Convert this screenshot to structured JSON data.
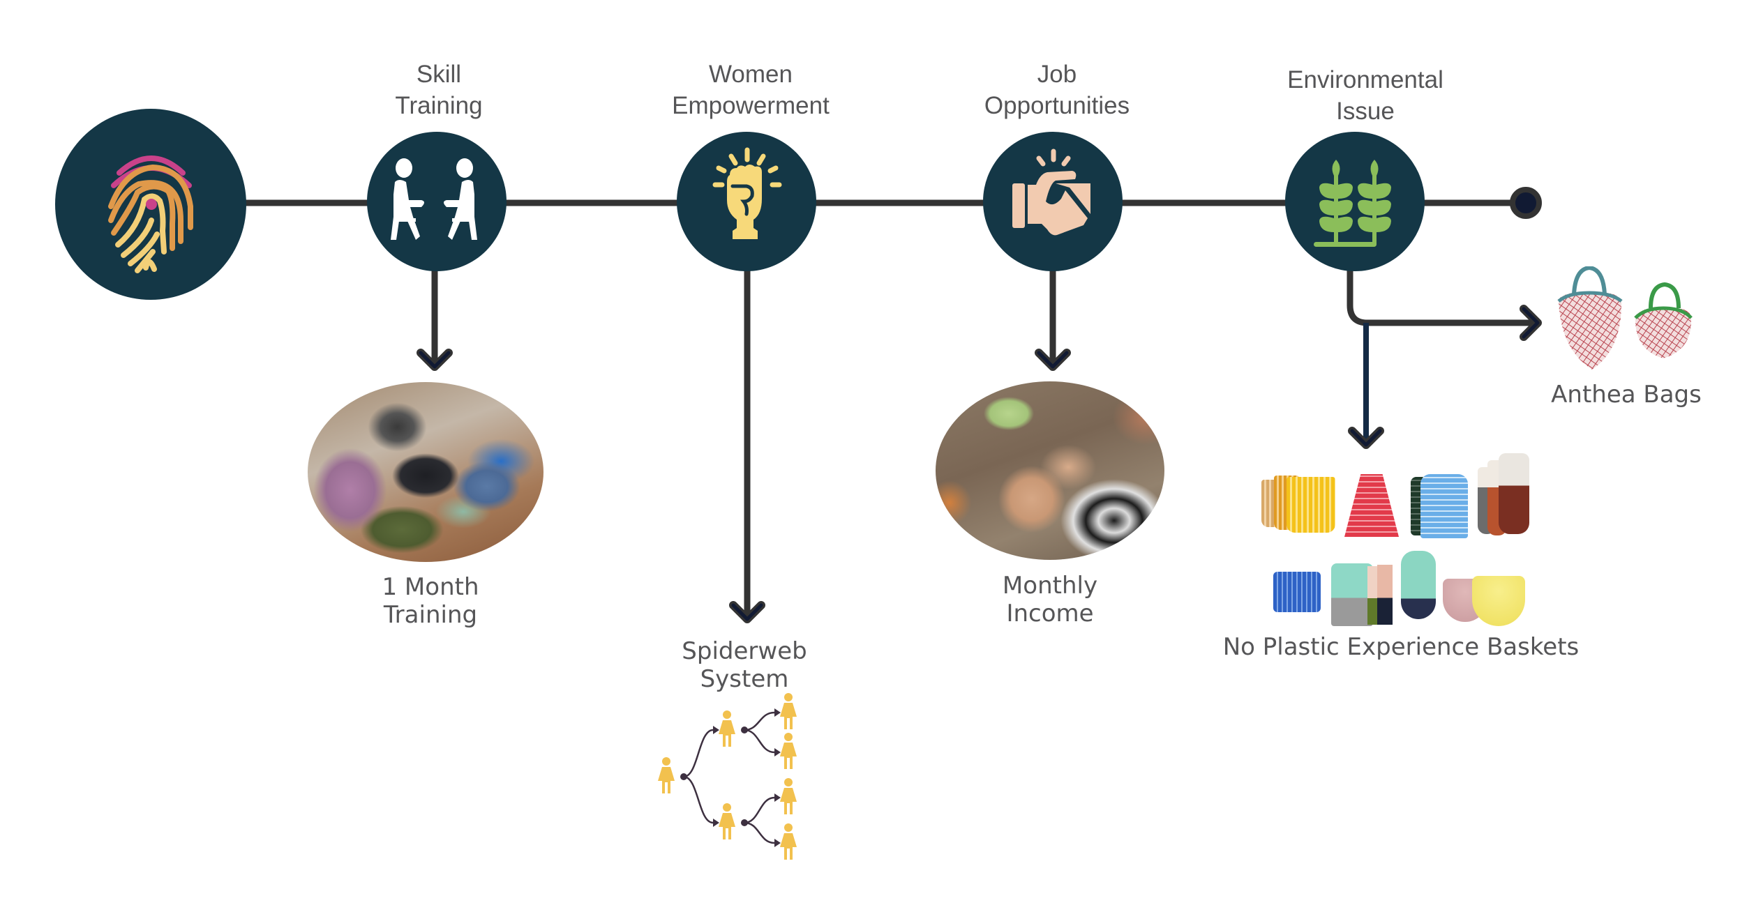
{
  "colors": {
    "node_fill": "#143746",
    "line": "#333333",
    "arrow_head": "#111a33",
    "label_text": "#555557",
    "fingerprint_magenta": "#c9428a",
    "fingerprint_orange": "#e0994a",
    "fingerprint_yellow": "#f2cf78",
    "fist_yellow": "#f7d97a",
    "handshake_peach": "#f2cbb0",
    "plant_green": "#8bbe5a",
    "figure_yellow": "#f2c14e",
    "branch_line": "#3d3040"
  },
  "start_node": {
    "icon": "fingerprint-icon"
  },
  "stages": [
    {
      "id": "skill",
      "title_line1": "Skill",
      "title_line2": "Training",
      "icon": "people-sitting-icon",
      "outcome": {
        "type": "photo",
        "line1": "1 Month",
        "line2": "Training",
        "photo_desc": "women crocheting together"
      }
    },
    {
      "id": "women",
      "title_line1": "Women",
      "title_line2": "Empowerment",
      "icon": "raised-fist-icon",
      "outcome": {
        "type": "diagram",
        "line1": "Spiderweb",
        "line2": "System",
        "diagram_desc": "one woman recruits two, each recruits two more"
      }
    },
    {
      "id": "job",
      "title_line1": "Job",
      "title_line2": "Opportunities",
      "icon": "handshake-icon",
      "outcome": {
        "type": "photo",
        "line1": "Monthly",
        "line2": "Income",
        "photo_desc": "hands crocheting green yarn"
      }
    },
    {
      "id": "env",
      "title_line1": "Environmental",
      "title_line2": "Issue",
      "icon": "plants-icon",
      "outcomes": [
        {
          "type": "product",
          "label": "Anthea Bags"
        },
        {
          "type": "product",
          "label": "No Plastic Experience Baskets"
        }
      ]
    }
  ],
  "end_node": {
    "icon": "end-dot-icon"
  },
  "spiderweb": {
    "levels": [
      1,
      2,
      4
    ]
  }
}
